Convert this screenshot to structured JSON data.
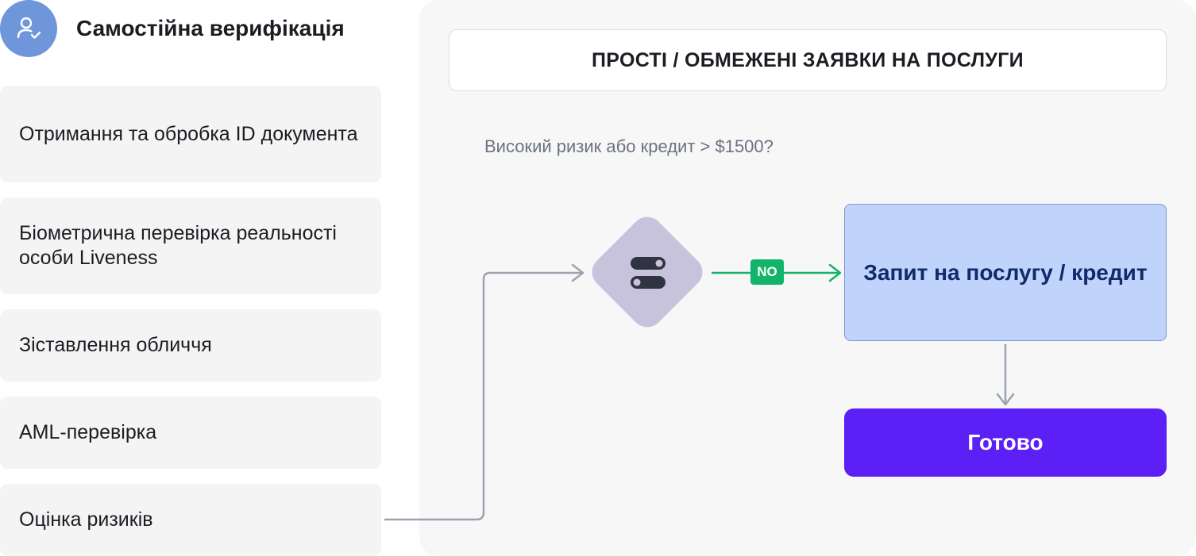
{
  "header": {
    "title": "Самостійна верифікація",
    "icon": "user-check-icon",
    "avatar_color": "#6f95db"
  },
  "steps": [
    {
      "label": "Отримання та обробка ID документа"
    },
    {
      "label": "Біометрична перевірка реальності особи Liveness"
    },
    {
      "label": "Зіставлення обличчя"
    },
    {
      "label": "AML-перевірка"
    },
    {
      "label": "Оцінка ризиків"
    }
  ],
  "flow": {
    "title": "ПРОСТІ / ОБМЕЖЕНІ ЗАЯВКИ НА ПОСЛУГИ",
    "condition": "Високий ризик або кредит > $1500?",
    "decision_icon": "toggle-switch-icon",
    "branch_label": "NO",
    "request_label": "Запит на послугу / кредит",
    "done_label": "Готово",
    "colors": {
      "branch": "#12b36a",
      "request": "#bfd3fb",
      "done": "#5c1ff5",
      "decision": "#c8c3dc"
    }
  }
}
